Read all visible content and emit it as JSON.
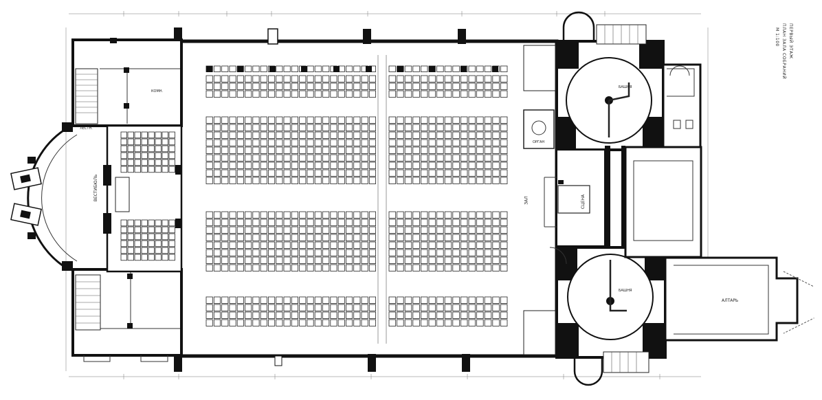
{
  "drawing": {
    "title_line_1": "ПЕРВЫЙ ЭТАЖ",
    "title_line_2": "ПЛАН ЗАЛА СОБРАНИЙ",
    "scale": "М 1:100"
  },
  "marks": {
    "nave": "ЗАЛ",
    "stage": "СЦЕНА",
    "organ": "ОРГАН",
    "vestibule": "ВЕСТИБЮЛЬ",
    "room": "КОМН.",
    "stair": "ЛЕСТН.",
    "tower_north": "БАШНЯ",
    "tower_south": "БАШНЯ",
    "apse": "АЛТАРЬ"
  }
}
